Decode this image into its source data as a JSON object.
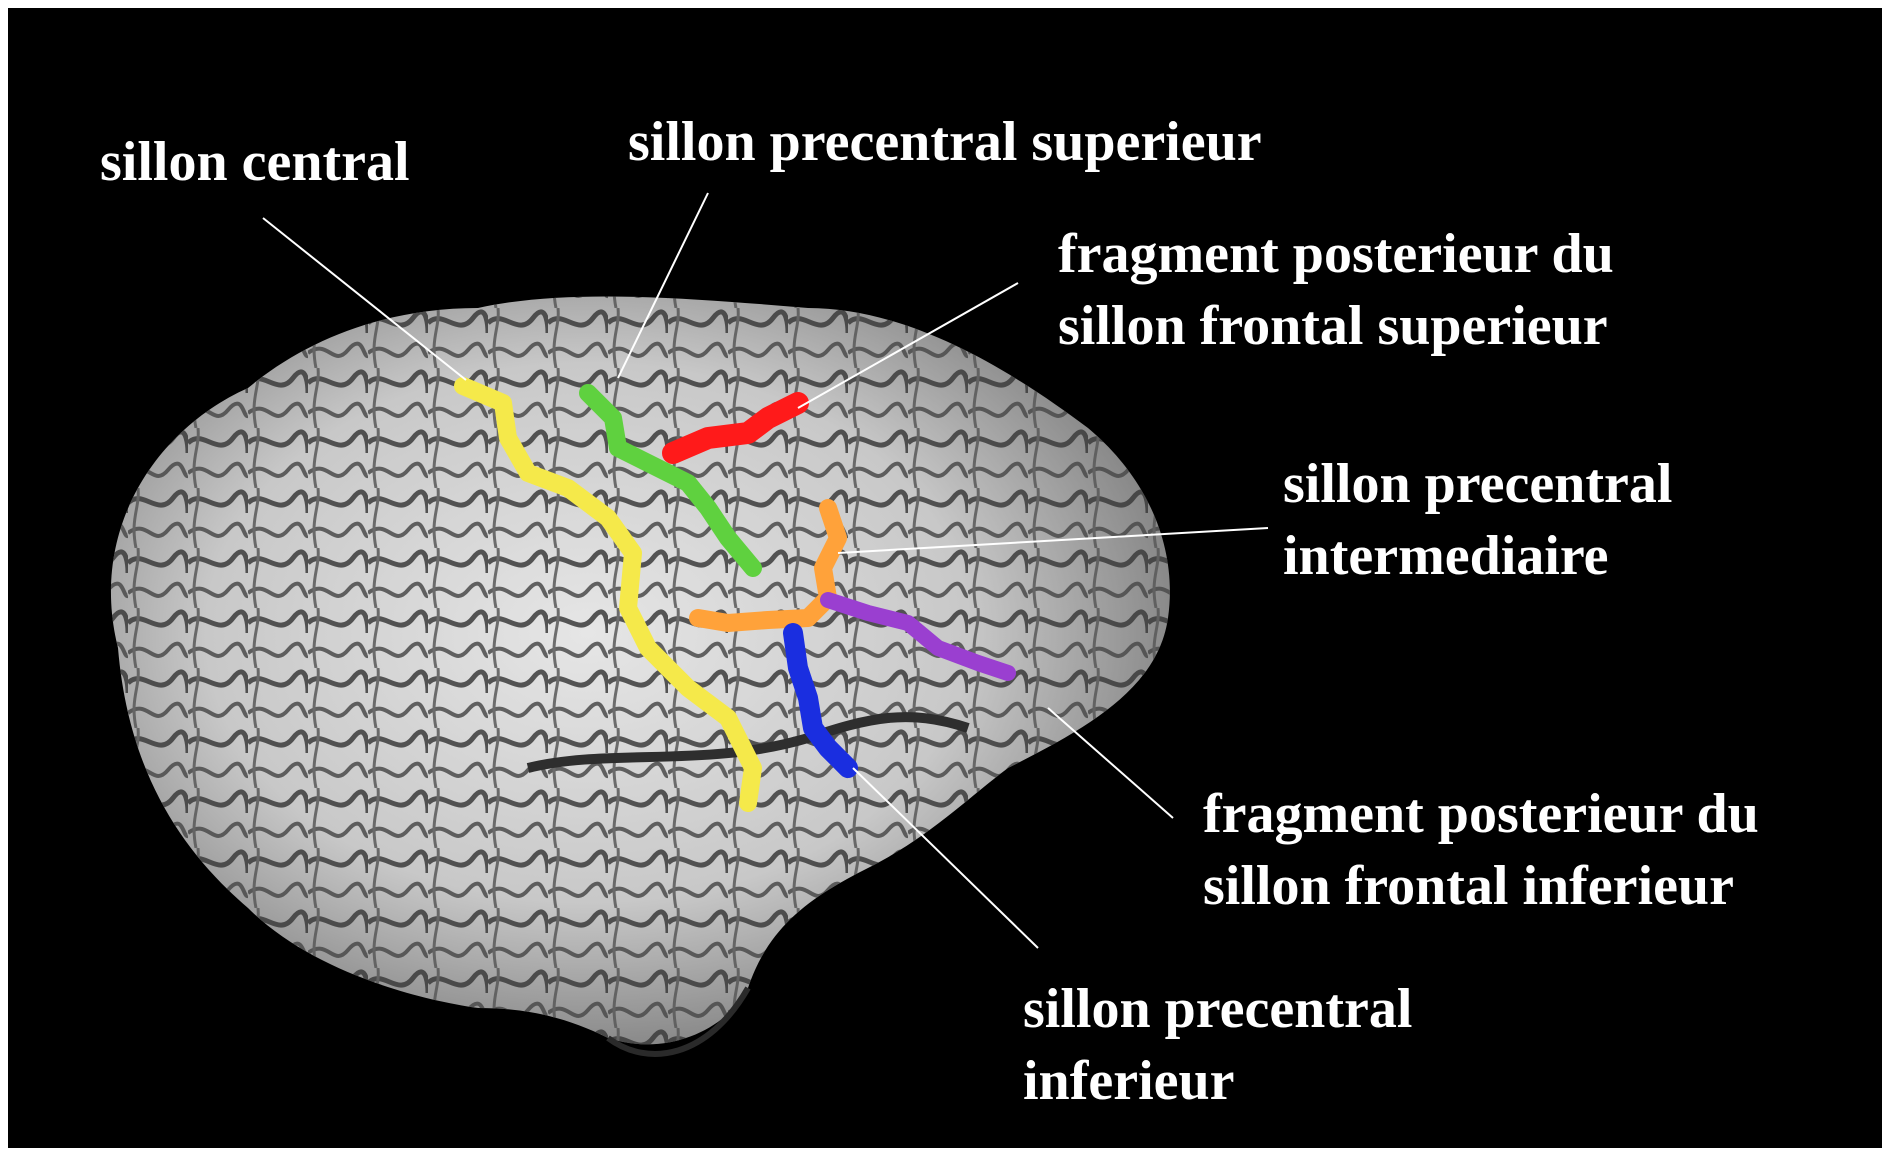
{
  "background_color": "#000000",
  "labels": {
    "central": {
      "lines": [
        "sillon central"
      ],
      "color": "#f5e94a"
    },
    "precentral_sup": {
      "lines": [
        "sillon precentral superieur"
      ],
      "color": "#5fd13f"
    },
    "frontal_sup": {
      "lines": [
        "fragment posterieur du",
        "sillon frontal superieur"
      ],
      "color": "#ff1a1a"
    },
    "precentral_inter": {
      "lines": [
        "sillon precentral",
        "intermediaire"
      ],
      "color": "#ffa23a"
    },
    "frontal_inf": {
      "lines": [
        "fragment posterieur du",
        "sillon frontal inferieur"
      ],
      "color": "#9a3fd0"
    },
    "precentral_inf": {
      "lines": [
        "sillon precentral",
        "inferieur"
      ],
      "color": "#1a2ee0"
    }
  },
  "text_color": "#ffffff",
  "leader_color": "#ffffff"
}
